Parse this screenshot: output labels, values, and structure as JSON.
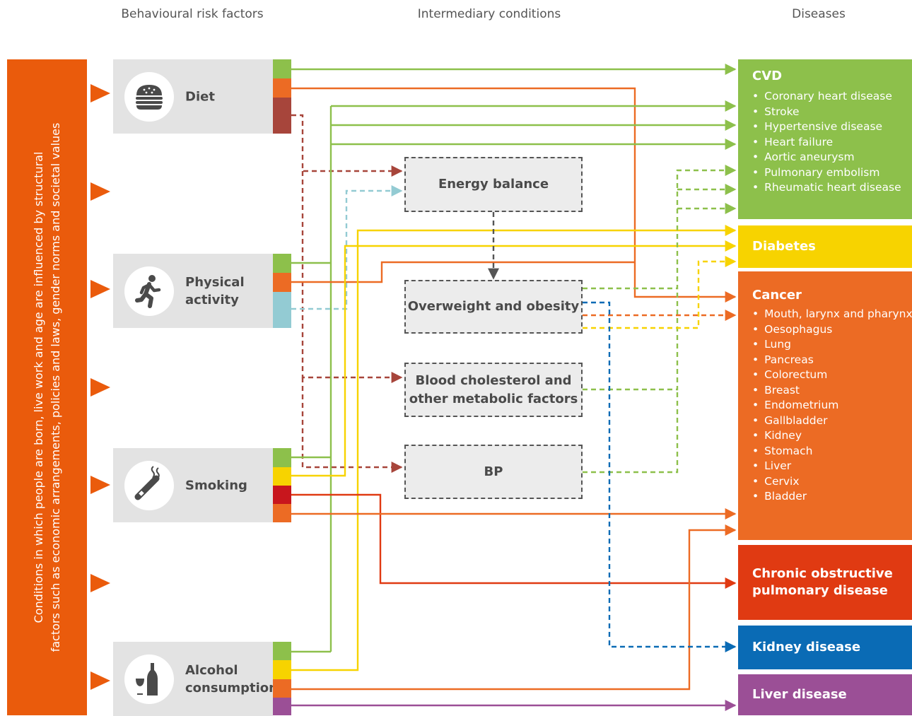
{
  "headers": {
    "risk": "Behavioural risk factors",
    "intermediary": "Intermediary conditions",
    "diseases": "Diseases"
  },
  "structural": {
    "line1": "Conditions in which people are born, live work and age  are influenced by structural",
    "line2": "factors such as economic arrangements, policies and laws, gender norms and societal values"
  },
  "risk_factors": {
    "diet": "Diet",
    "physical": "Physical\nactivity",
    "smoking": "Smoking",
    "alcohol": "Alcohol\nconsumption"
  },
  "intermediary": {
    "energy": "Energy balance",
    "overweight": "Overweight and obesity",
    "cholesterol": "Blood cholesterol and\nother  metabolic factors",
    "bp": "BP"
  },
  "diseases": {
    "cvd": {
      "title": "CVD",
      "items": [
        "Coronary heart disease",
        "Stroke",
        "Hypertensive disease",
        "Heart failure",
        "Aortic aneurysm",
        "Pulmonary embolism",
        "Rheumatic heart disease"
      ]
    },
    "diabetes": {
      "title": "Diabetes"
    },
    "cancer": {
      "title": "Cancer",
      "items": [
        "Mouth, larynx and pharynx",
        "Oesophagus",
        "Lung",
        "Pancreas",
        "Colorectum",
        "Breast",
        "Endometrium",
        "Gallbladder",
        "Kidney",
        "Stomach",
        "Liver",
        "Cervix",
        "Bladder"
      ]
    },
    "copd": {
      "title": "Chronic obstructive\npulmonary disease"
    },
    "kidney": {
      "title": "Kidney disease"
    },
    "liver": {
      "title": "Liver disease"
    }
  },
  "colors": {
    "structural": "#ea5b0c",
    "cvd": "#8dc04b",
    "diabetes": "#f7d300",
    "cancer": "#ec6b24",
    "copd": "#e03a12",
    "kidney": "#0a6bb5",
    "liver": "#9b4f96",
    "diet_dark": "#a7453b",
    "physical_light": "#93cbd3",
    "smoking_red": "#c8161d",
    "dashed_grey": "#555555"
  },
  "icons": {
    "diet": "burger-icon",
    "physical": "running-person-icon",
    "smoking": "cigarette-icon",
    "alcohol": "bottle-and-glass-icon"
  }
}
